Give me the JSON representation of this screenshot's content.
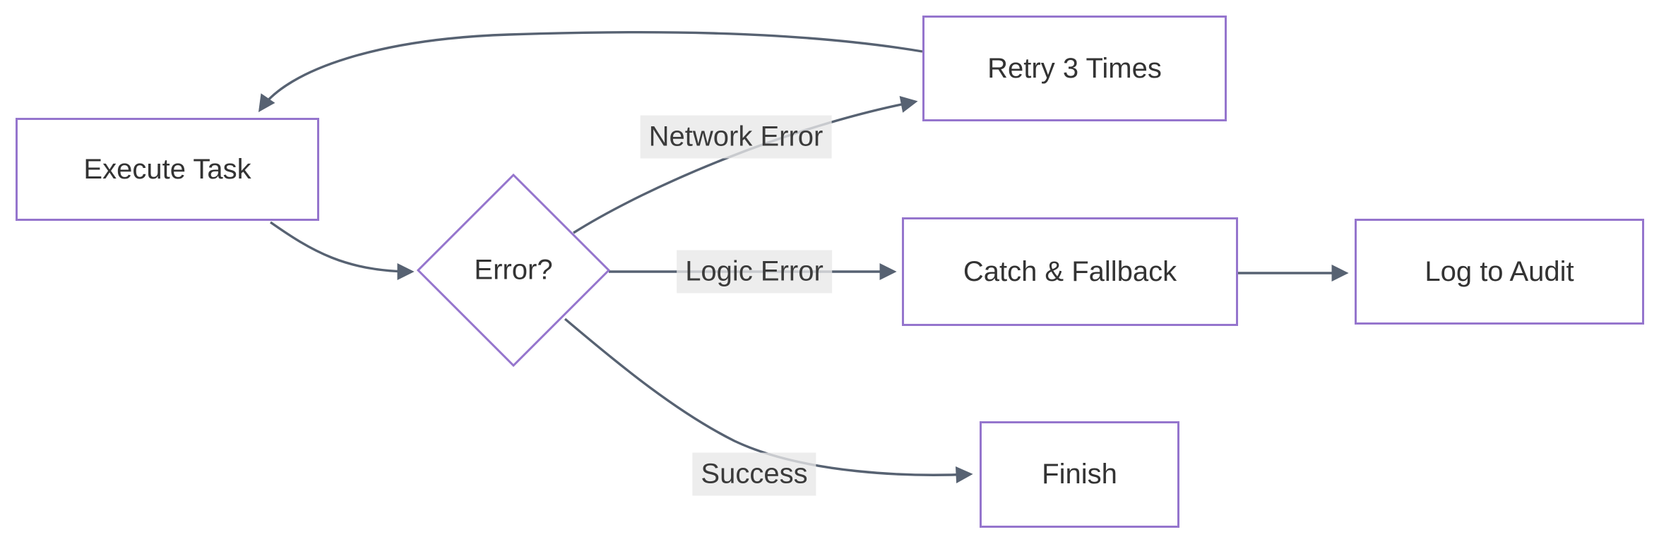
{
  "diagram": {
    "type": "flowchart",
    "direction": "left-to-right",
    "nodes": [
      {
        "id": "execute",
        "label": "Execute Task",
        "shape": "rect"
      },
      {
        "id": "error",
        "label": "Error?",
        "shape": "diamond"
      },
      {
        "id": "retry",
        "label": "Retry 3 Times",
        "shape": "rect"
      },
      {
        "id": "catch",
        "label": "Catch & Fallback",
        "shape": "rect"
      },
      {
        "id": "log",
        "label": "Log to Audit",
        "shape": "rect"
      },
      {
        "id": "finish",
        "label": "Finish",
        "shape": "rect"
      }
    ],
    "edges": [
      {
        "from": "execute",
        "to": "error",
        "label": ""
      },
      {
        "from": "error",
        "to": "retry",
        "label": "Network Error"
      },
      {
        "from": "retry",
        "to": "execute",
        "label": ""
      },
      {
        "from": "error",
        "to": "catch",
        "label": "Logic Error"
      },
      {
        "from": "catch",
        "to": "log",
        "label": ""
      },
      {
        "from": "error",
        "to": "finish",
        "label": "Success"
      }
    ],
    "colors": {
      "node_border": "#9575cd",
      "node_fill": "#ffffff",
      "edge_stroke": "#576272",
      "edge_label_background": "#e8e8e8",
      "text": "#333333",
      "page_background": "#ffffff"
    }
  }
}
